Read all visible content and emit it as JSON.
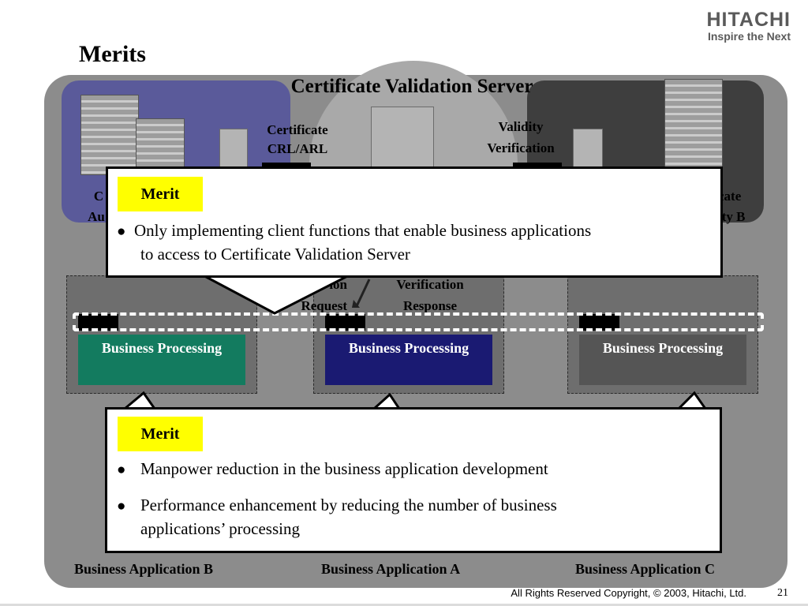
{
  "logo": {
    "brand": "HITACHI",
    "tagline": "Inspire the Next"
  },
  "slide_title": "Merits",
  "diagram": {
    "server_title": "Certificate Validation Server",
    "left_arrow_label_1": "Certificate",
    "left_arrow_label_2": "CRL/ARL",
    "right_arrow_label_1": "Validity",
    "right_arrow_label_2": "Verification",
    "ca_left_1": "C",
    "ca_left_2": "Au",
    "ca_right_1": "cate",
    "ca_right_2": "ity B",
    "request_1": "ion",
    "request_2": "Request",
    "response_1": "Verification",
    "response_2": "Response",
    "bp_left": "Business Processing",
    "bp_mid": "Business Processing",
    "bp_right": "Business Processing"
  },
  "merit_top": {
    "badge": "Merit",
    "bullet": "●",
    "line1": "Only implementing client functions that enable business applications",
    "line2": "to access to Certificate Validation Server"
  },
  "merit_bottom": {
    "badge": "Merit",
    "bullet": "●",
    "item1": "Manpower reduction in the business application development",
    "item2_line1": "Performance enhancement by reducing the number of business",
    "item2_line2": "applications’ processing"
  },
  "apps": {
    "b": "Business Application B",
    "a": "Business Application A",
    "c": "Business Application C"
  },
  "footer": {
    "copyright": "All Rights Reserved Copyright, © 2003,  Hitachi, Ltd.",
    "page": "21"
  },
  "colors": {
    "green": "#137b5f",
    "navy": "#1a1a72",
    "darkgray": "#555555",
    "merit": "#ffff00"
  }
}
